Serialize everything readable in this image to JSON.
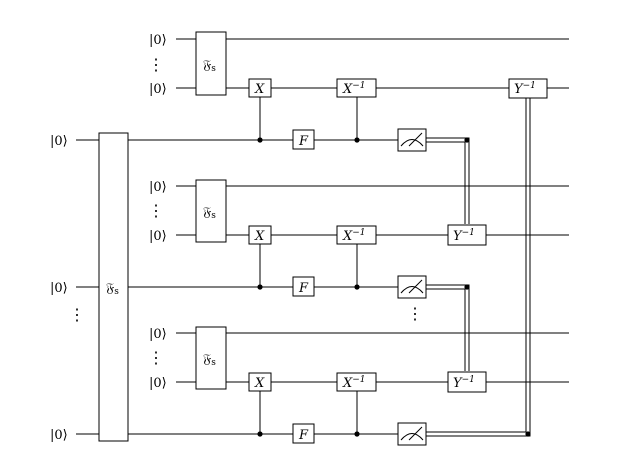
{
  "inputs": {
    "ket": "|0⟩",
    "vdots": "⋮"
  },
  "gates": {
    "fourier_main": "𝔉",
    "fourier_main_sub": "s",
    "fourier_block": "𝔉",
    "fourier_block_sub": "s",
    "x": "X",
    "x_inv_base": "X",
    "x_inv_sup": "−1",
    "f": "F",
    "y_inv_base": "Y",
    "y_inv_sup": "−1"
  }
}
